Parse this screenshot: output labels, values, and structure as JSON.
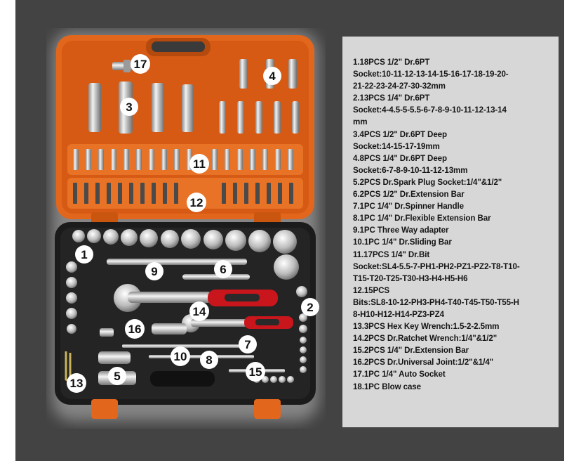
{
  "callouts": {
    "c1": "1",
    "c2": "2",
    "c3": "3",
    "c4": "4",
    "c5": "5",
    "c6": "6",
    "c7": "7",
    "c8": "8",
    "c9": "9",
    "c10": "10",
    "c11": "11",
    "c12": "12",
    "c13": "13",
    "c14": "14",
    "c15": "15",
    "c16": "16",
    "c17": "17"
  },
  "spec_lines": [
    "1.18PCS 1/2\" Dr.6PT",
    "Socket:10-11-12-13-14-15-16-17-18-19-20-",
    "21-22-23-24-27-30-32mm",
    "2.13PCS 1/4\" Dr.6PT",
    "Socket:4-4.5-5-5.5-6-7-8-9-10-11-12-13-14",
    "mm",
    "3.4PCS 1/2\" Dr.6PT Deep",
    "Socket:14-15-17-19mm",
    "4.8PCS 1/4\" Dr.6PT Deep",
    "Socket:6-7-8-9-10-11-12-13mm",
    "5.2PCS Dr.Spark Plug Socket:1/4\"&1/2\"",
    "6.2PCS 1/2\" Dr.Extension Bar",
    "7.1PC 1/4\" Dr.Spinner Handle",
    "8.1PC 1/4\" Dr.Flexible Extension Bar",
    "9.1PC Three Way adapter",
    "10.1PC 1/4\" Dr.Sliding Bar",
    "11.17PCS 1/4\" Dr.Bit",
    "Socket:SL4-5.5-7-PH1-PH2-PZ1-PZ2-T8-T10-",
    "T15-T20-T25-T30-H3-H4-H5-H6",
    "12.15PCS",
    "Bits:SL8-10-12-PH3-PH4-T40-T45-T50-T55-H",
    "8-H10-H12-H14-PZ3-PZ4",
    "13.3PCS Hex Key Wrench:1.5-2-2.5mm",
    "14.2PCS Dr.Ratchet Wrench:1/4\"&1/2\"",
    "15.2PCS 1/4\" Dr.Extension Bar",
    "16.2PCS Dr.Universal Joint:1/2\"&1/4\"",
    "17.1PC 1/4\" Auto Socket",
    "18.1PC Blow case"
  ],
  "colors": {
    "background": "#434343",
    "panel": "#d7d7d7",
    "case_orange": "#e2661c",
    "case_black": "#1b1b1b",
    "handle_red": "#c8161c"
  }
}
